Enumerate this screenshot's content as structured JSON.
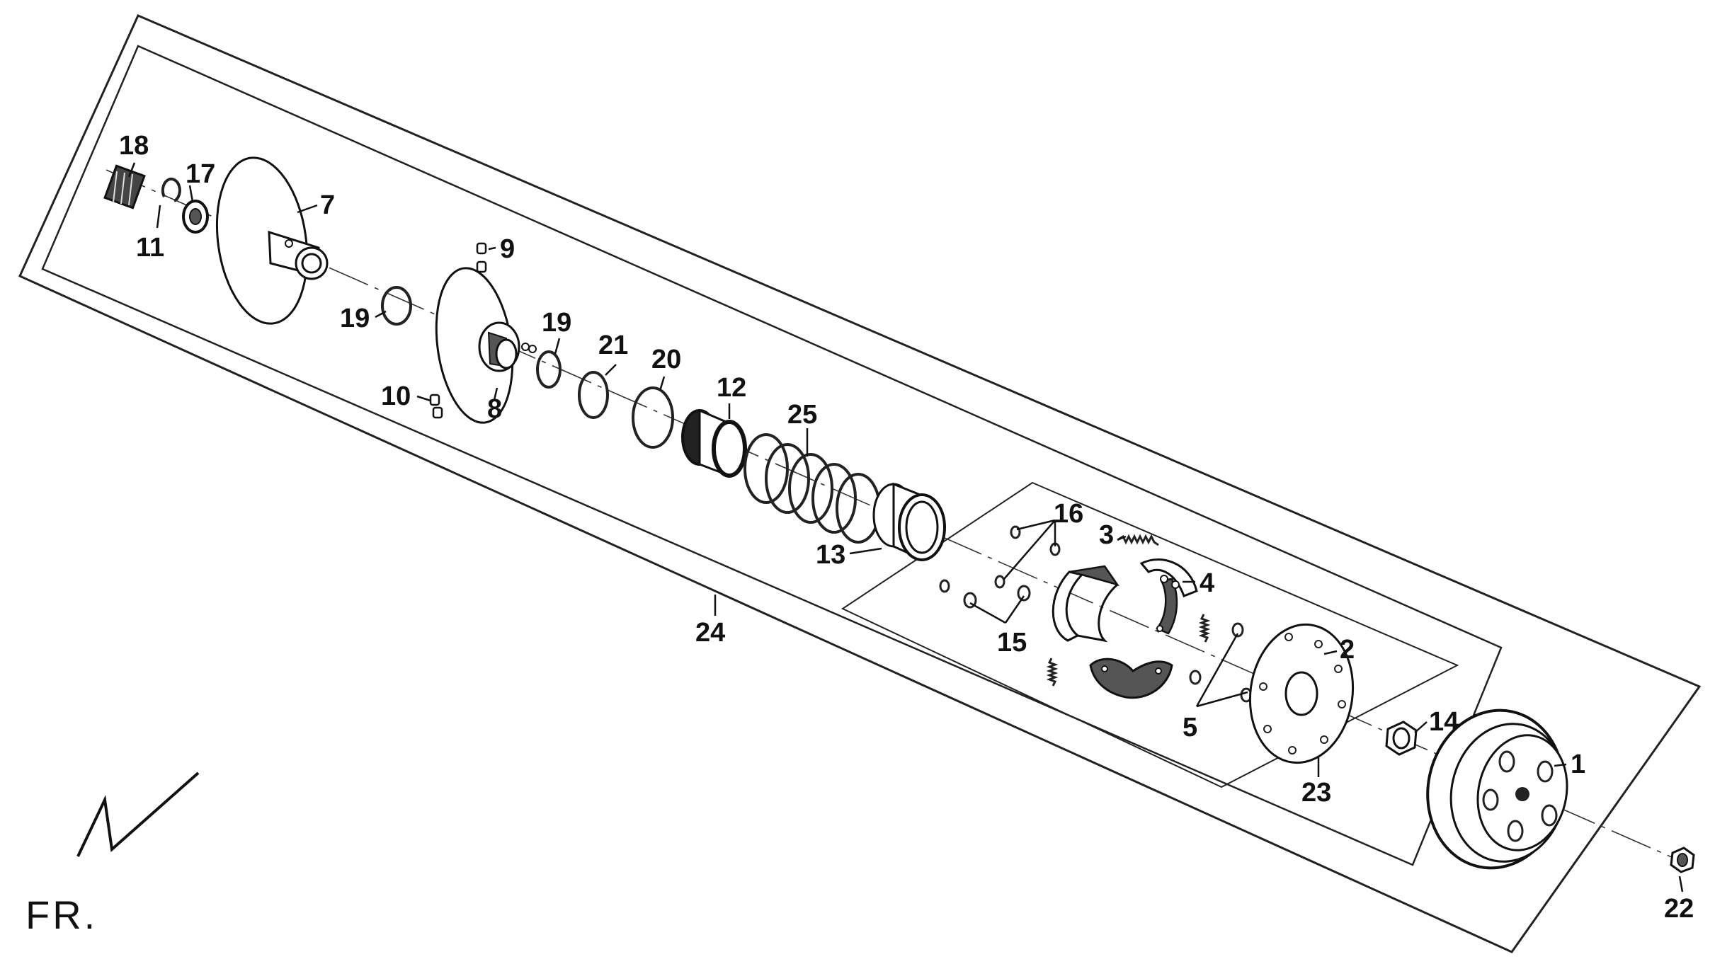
{
  "diagram": {
    "direction_label": "FR.",
    "callouts": {
      "c1": "1",
      "c2": "2",
      "c3": "3",
      "c4": "4",
      "c5": "5",
      "c7": "7",
      "c8": "8",
      "c9": "9",
      "c10": "10",
      "c11": "11",
      "c12": "12",
      "c13": "13",
      "c14": "14",
      "c15": "15",
      "c16": "16",
      "c17": "17",
      "c18": "18",
      "c19a": "19",
      "c19b": "19",
      "c20": "20",
      "c21": "21",
      "c22": "22",
      "c23": "23",
      "c24": "24",
      "c25": "25"
    }
  }
}
